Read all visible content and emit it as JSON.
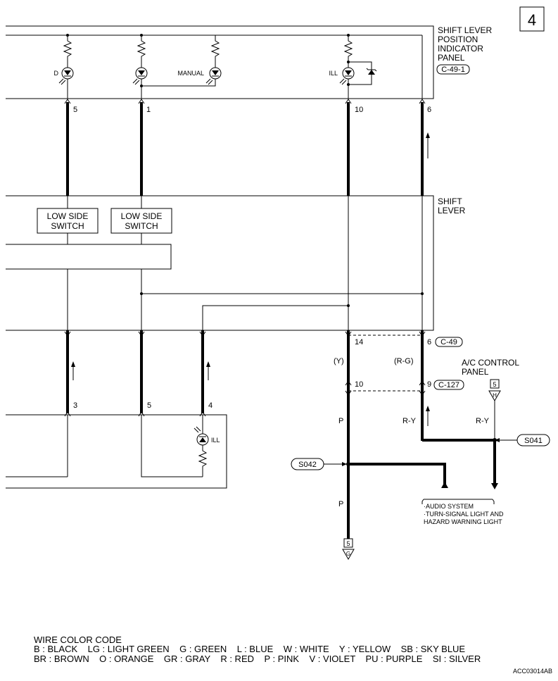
{
  "page_number": "4",
  "indicator_panel": {
    "title_lines": [
      "SHIFT LEVER",
      "POSITION",
      "INDICATOR",
      "PANEL"
    ],
    "connector": "C-49-1",
    "lamps": {
      "d": "D",
      "manual": "MANUAL",
      "ill": "ILL"
    },
    "pins": [
      "5",
      "1",
      "10",
      "6"
    ]
  },
  "shift_lever": {
    "title_lines": [
      "SHIFT",
      "LEVER"
    ],
    "switches": [
      {
        "lines": [
          "LOW SIDE",
          "SWITCH"
        ]
      },
      {
        "lines": [
          "LOW SIDE",
          "SWITCH"
        ]
      }
    ],
    "pins_bottom": [
      "14",
      "6"
    ]
  },
  "lower_unit": {
    "pins": [
      "3",
      "5",
      "4"
    ],
    "lamp": "ILL"
  },
  "connectors": {
    "c49": "C-49",
    "c127": "C-127"
  },
  "junction_pins": [
    "10",
    "9"
  ],
  "wire_colors": {
    "y": "(Y)",
    "rg": "(R-G)",
    "p1": "P",
    "p2": "P",
    "ry1": "R-Y",
    "ry2": "R-Y"
  },
  "ac_panel": {
    "title_lines": [
      "A/C CONTROL",
      "PANEL"
    ],
    "ref_num": "5",
    "ref_letter": "H"
  },
  "splices": {
    "s041": "S041",
    "s042": "S042"
  },
  "bottom_ref": {
    "num": "5",
    "letter": "G"
  },
  "destinations": [
    "·AUDIO SYSTEM",
    "·TURN-SIGNAL LIGHT AND",
    "HAZARD WARNING LIGHT"
  ],
  "wire_color_code": {
    "title": "WIRE COLOR CODE",
    "row1": "B : BLACK    LG : LIGHT GREEN    G : GREEN    L : BLUE    W : WHITE    Y : YELLOW    SB : SKY BLUE",
    "row2": "BR : BROWN    O : ORANGE    GR : GRAY    R : RED    P : PINK    V : VIOLET    PU : PURPLE    SI : SILVER"
  },
  "figure_code": "ACC03014AB"
}
